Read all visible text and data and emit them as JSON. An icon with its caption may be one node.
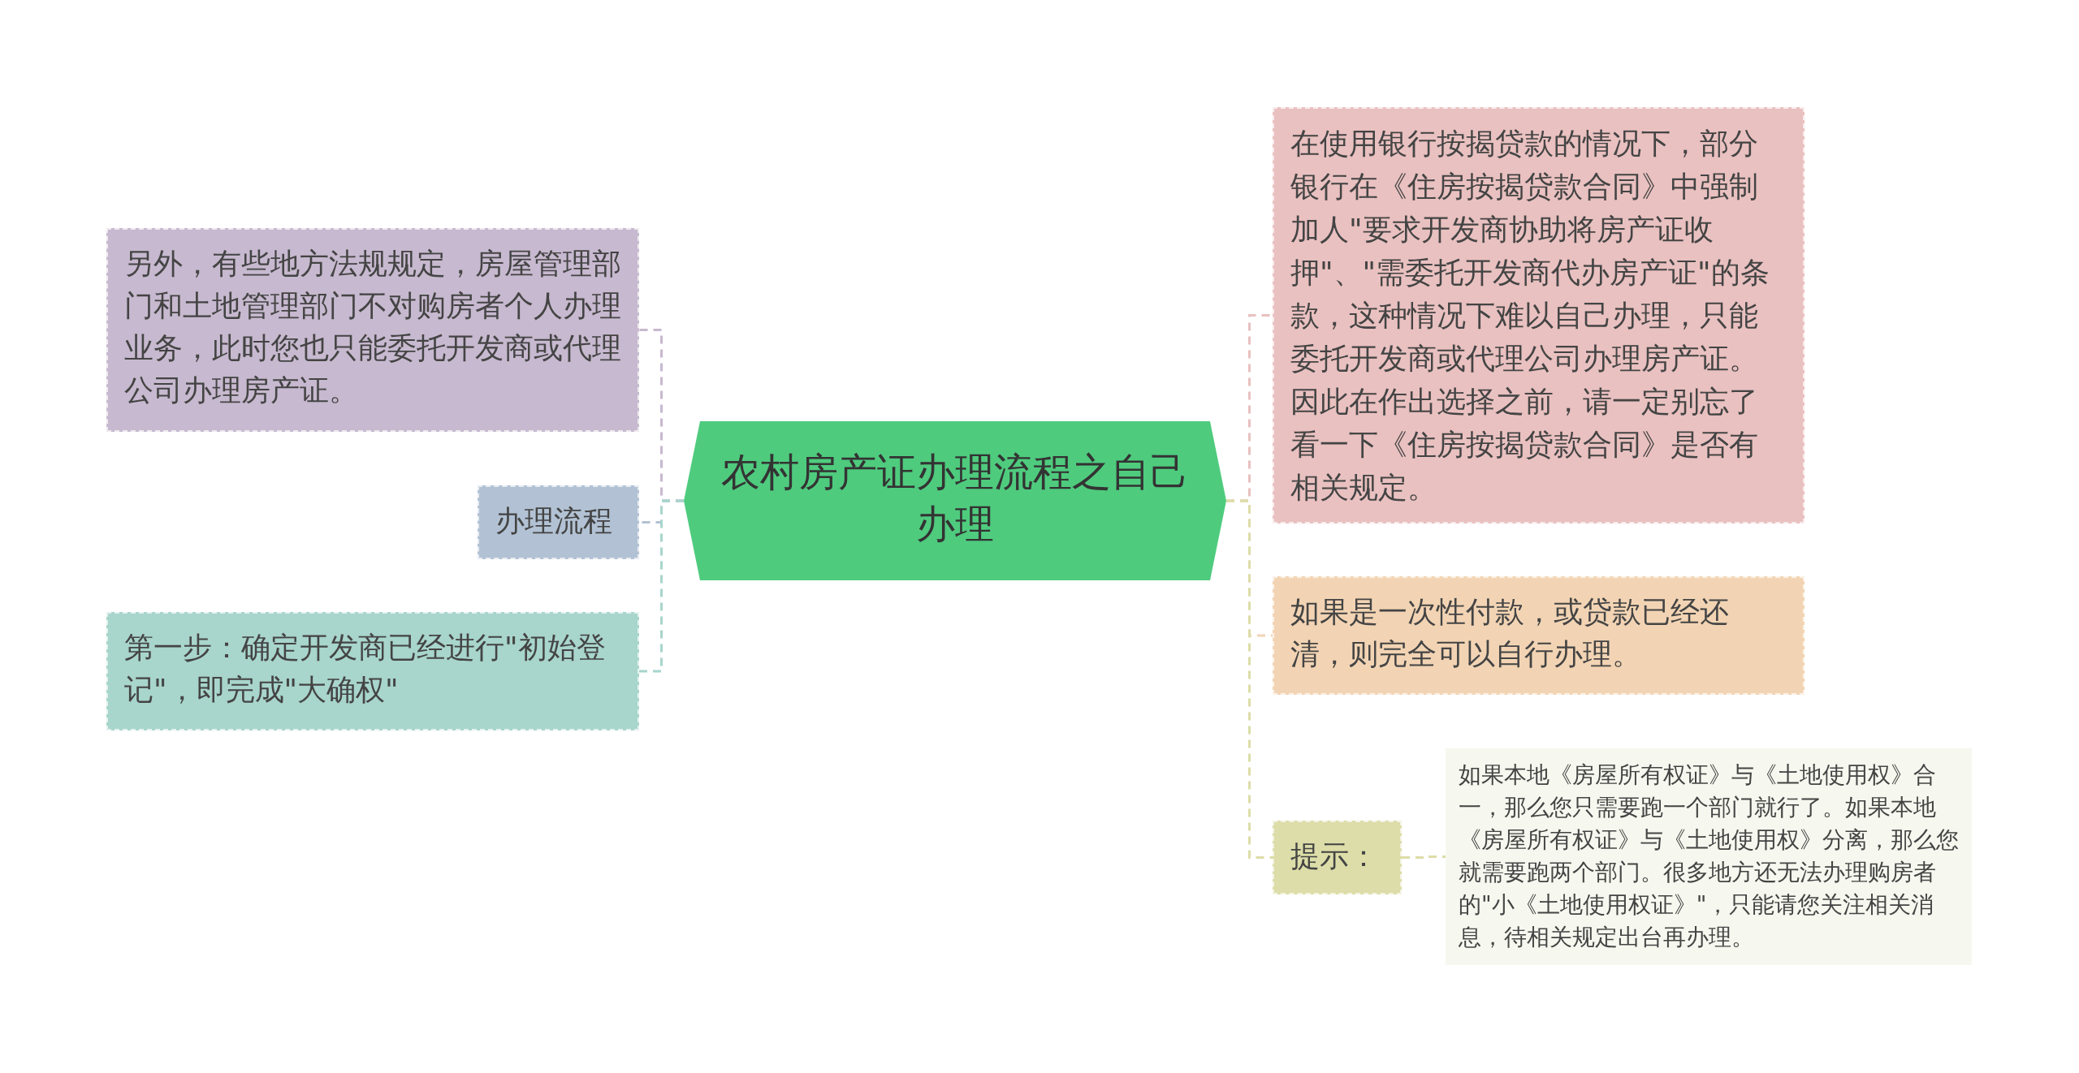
{
  "diagram": {
    "nodes": [
      {
        "text": [
          "农村房产证办理流程之自己办理"
        ]
      },
      {
        "text": [
          "另外，有些地方法规规定，房屋管理部门和土地管理部门不对购房者个人办理业务，此时您也只能委托开发商或代理公司办理房产证。"
        ]
      },
      {
        "text": [
          "办理流程"
        ]
      },
      {
        "text": [
          "第一步：确定开发商已经进行\"初始登记\"，即完成\"大确权\""
        ]
      },
      {
        "text": [
          "在使用银行按揭贷款的情况下，部分银行在《住房按揭贷款合同》中强制加人\"要求开发商协助将房产证收押\"、\"需委托开发商代办房产证\"的条款，这种情况下难以自己办理，只能委托开发商或代理公司办理房产证。因此在作出选择之前，请一定别忘了看一下《住房按揭贷款合同》是否有相关规定。"
        ]
      },
      {
        "text": [
          "如果是一次性付款，或贷款已经还清，则完全可以自行办理。"
        ]
      },
      {
        "text": [
          "提示："
        ]
      },
      {
        "text": [
          "如果本地《房屋所有权证》与《土地使用权》合一，那么您只需要跑一个部门就行了。如果本地《房屋所有权证》与《土地使用权》分离，那么您就需要跑两个部门。很多地方还无法办理购房者的\"小《土地使用权证》\"，只能请您关注相关消息，待相关规定出台再办理。"
        ]
      }
    ],
    "edges": [
      {
        "from": 0,
        "to": 1,
        "arrow": "none",
        "style": "dashed",
        "color": "#c7b9cf"
      },
      {
        "from": 0,
        "to": 2,
        "arrow": "none",
        "style": "dashed",
        "color": "#b2c2d4"
      },
      {
        "from": 0,
        "to": 3,
        "arrow": "none",
        "style": "dashed",
        "color": "#a8d5cc"
      },
      {
        "from": 0,
        "to": 4,
        "arrow": "none",
        "style": "dashed",
        "color": "#e9c1c0"
      },
      {
        "from": 0,
        "to": 5,
        "arrow": "none",
        "style": "dashed",
        "color": "#f2d4b4"
      },
      {
        "from": 0,
        "to": 6,
        "arrow": "none",
        "style": "dashed",
        "color": "#dcdda8"
      },
      {
        "from": 6,
        "to": 7,
        "arrow": "none",
        "style": "dashed",
        "color": "#dcdda8"
      }
    ]
  }
}
